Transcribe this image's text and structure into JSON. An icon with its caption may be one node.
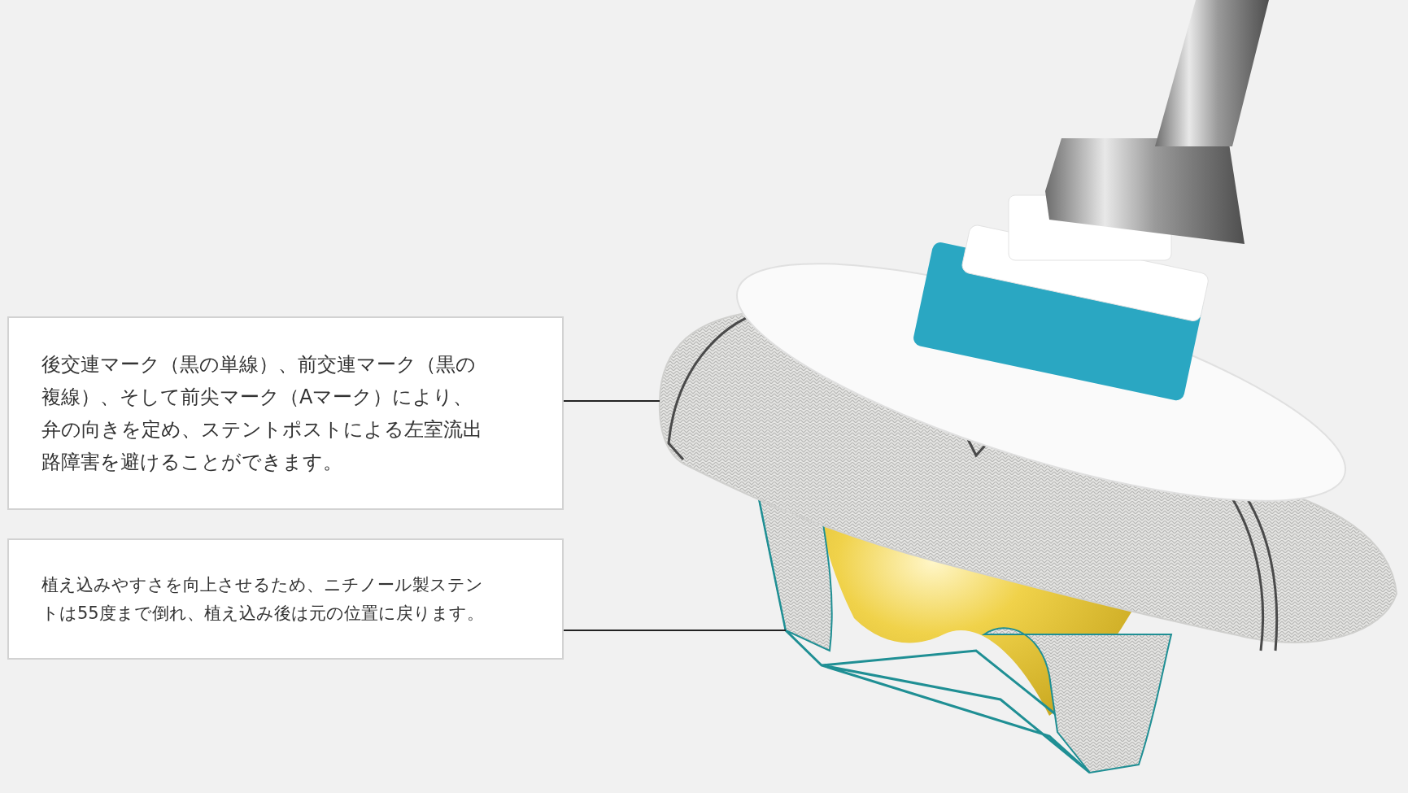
{
  "diagram": {
    "nodes": [
      {
        "text": [
          "後交連マーク（黒の単線）、前交連マーク（黒の複線）、そして前尖マーク（Aマーク）により、弁の向きを定め、ステントポストによる左室流出路障害を避けることができます。"
        ]
      },
      {
        "text": [
          "植え込みやすさを向上させるため、ニチノール製ステントは55度まで倒れ、植え込み後は元の位置に戻ります。"
        ]
      },
      {
        "text": [],
        "shape": "picture"
      }
    ],
    "edges": [
      {
        "from": 0,
        "to": 2,
        "arrow": "none"
      },
      {
        "from": 1,
        "to": 2,
        "arrow": "none"
      }
    ]
  }
}
